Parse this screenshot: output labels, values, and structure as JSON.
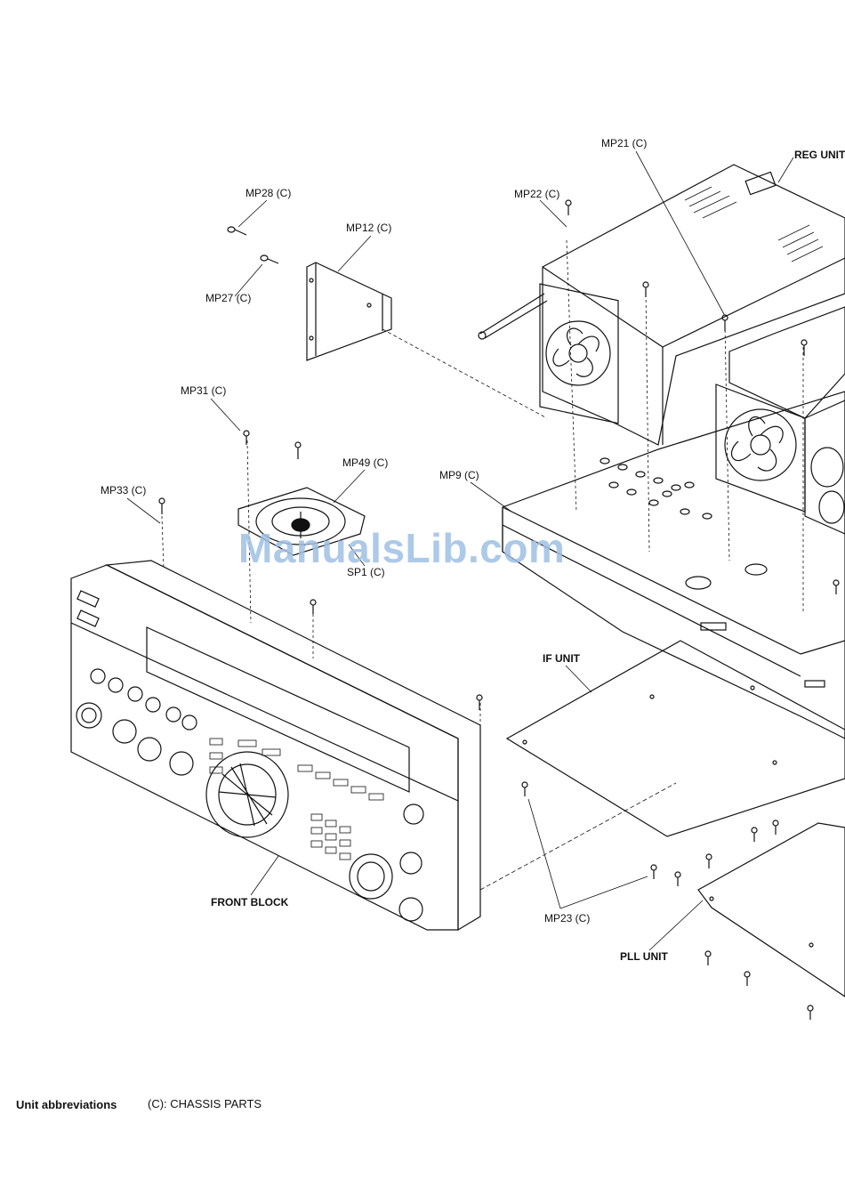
{
  "labels": {
    "mp21": "MP21 (C)",
    "reg_unit": "REG UNIT",
    "mp22": "MP22 (C)",
    "mp28": "MP28 (C)",
    "mp12": "MP12 (C)",
    "mp27": "MP27 (C)",
    "mp31": "MP31 (C)",
    "mp49": "MP49 (C)",
    "mp9": "MP9 (C)",
    "mp33": "MP33 (C)",
    "sp1": "SP1 (C)",
    "if_unit": "IF UNIT",
    "front_block": "FRONT BLOCK",
    "mp23": "MP23 (C)",
    "pll_unit": "PLL UNIT"
  },
  "watermark": "ManualsLib.com",
  "footer": {
    "key": "Unit abbreviations",
    "value": "(C): CHASSIS  PARTS"
  }
}
